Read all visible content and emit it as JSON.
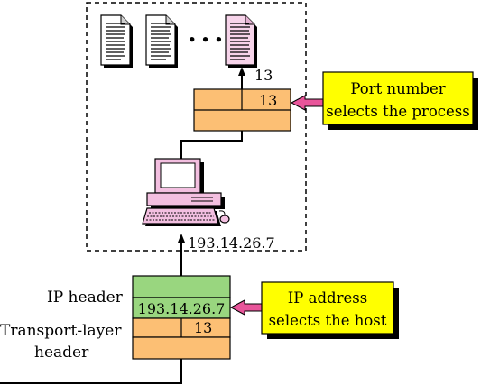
{
  "upper_packet": {
    "port_value": "13"
  },
  "port_arrow_label": "13",
  "port_callout": {
    "line1": "Port number",
    "line2": "selects the process"
  },
  "host_address": "193.14.26.7",
  "lower_packet": {
    "ip_value": "193.14.26.7",
    "port_value": "13"
  },
  "ip_callout": {
    "line1": "IP address",
    "line2": "selects the host"
  },
  "labels": {
    "ip_header": "IP header",
    "transport_line1": "Transport-layer",
    "transport_line2": "header"
  },
  "ellipsis": "• • •",
  "colors": {
    "header_green": "#99d67f",
    "payload_orange": "#fcbf74",
    "callout_yellow": "#ffff00",
    "arrow_pink": "#e8559a",
    "process_pink": "#f7d4ea",
    "computer_pink": "#f3bfe0",
    "shadow": "#000000"
  },
  "icons": [
    "document-icon",
    "document-icon",
    "document-icon",
    "computer-icon"
  ]
}
